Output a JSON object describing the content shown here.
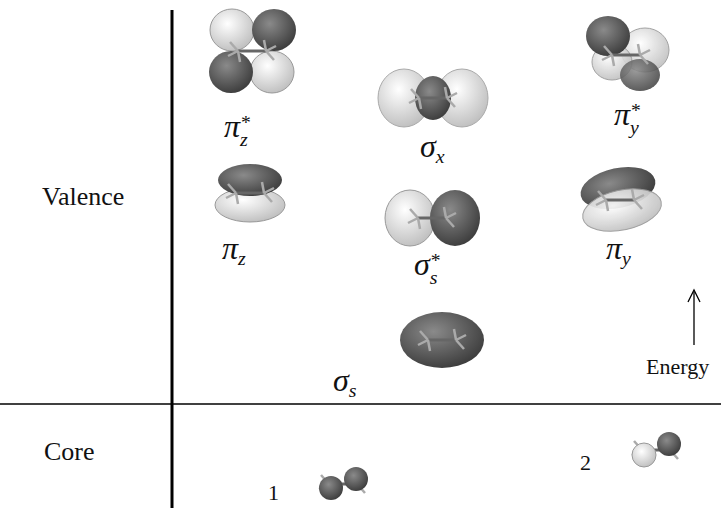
{
  "diagram": {
    "labels": [
      "Valence",
      "Core",
      "Energy",
      "π*z",
      "σx",
      "π*y",
      "πz",
      "σ*s",
      "πy",
      "σs",
      "1",
      "2"
    ]
  }
}
